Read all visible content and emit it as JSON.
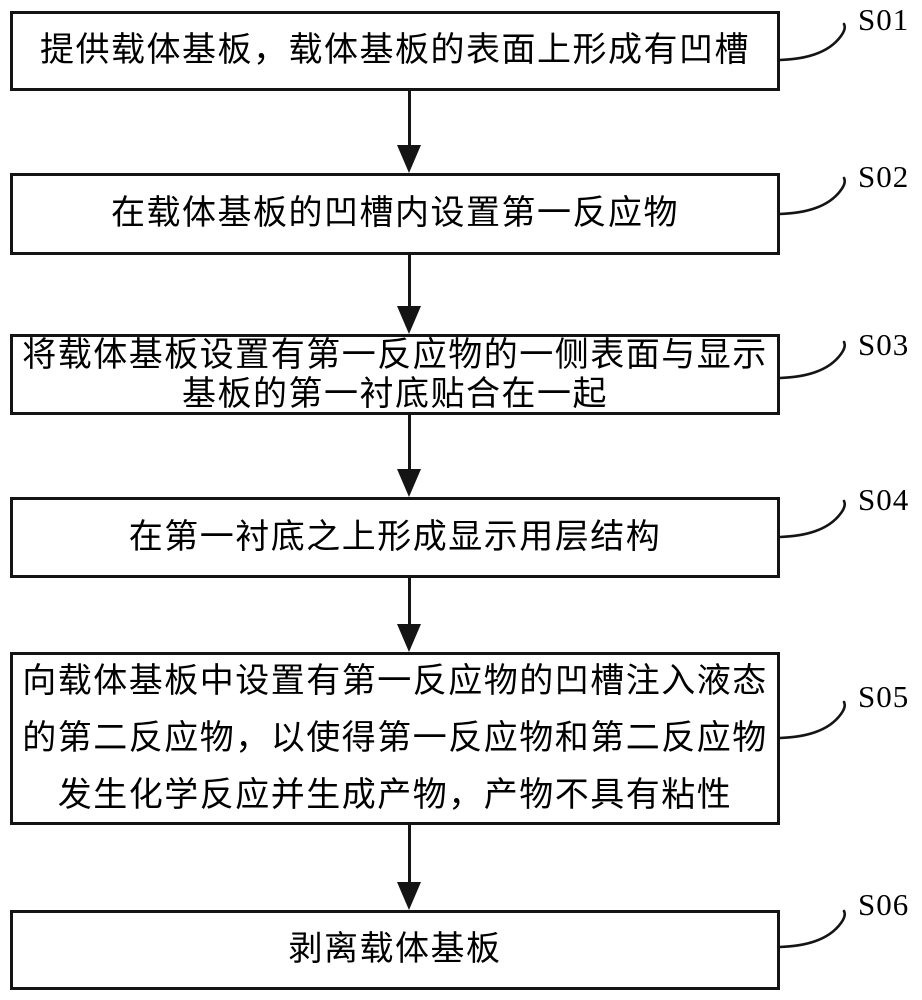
{
  "page": {
    "background": "#ffffff",
    "stroke_color": "#141414",
    "text_color": "#000000"
  },
  "flowchart": {
    "steps": [
      {
        "label": "S01",
        "lines": [
          "提供载体基板，载体基板的表面上形成有凹槽"
        ]
      },
      {
        "label": "S02",
        "lines": [
          "在载体基板的凹槽内设置第一反应物"
        ]
      },
      {
        "label": "S03",
        "lines": [
          "将载体基板设置有第一反应物的一侧表面与显示",
          "基板的第一衬底贴合在一起"
        ]
      },
      {
        "label": "S04",
        "lines": [
          "在第一衬底之上形成显示用层结构"
        ]
      },
      {
        "label": "S05",
        "lines": [
          "向载体基板中设置有第一反应物的凹槽注入液态",
          "的第二反应物，以使得第一反应物和第二反应物",
          "发生化学反应并生成产物，产物不具有粘性"
        ]
      },
      {
        "label": "S06",
        "lines": [
          "剥离载体基板"
        ]
      }
    ]
  }
}
